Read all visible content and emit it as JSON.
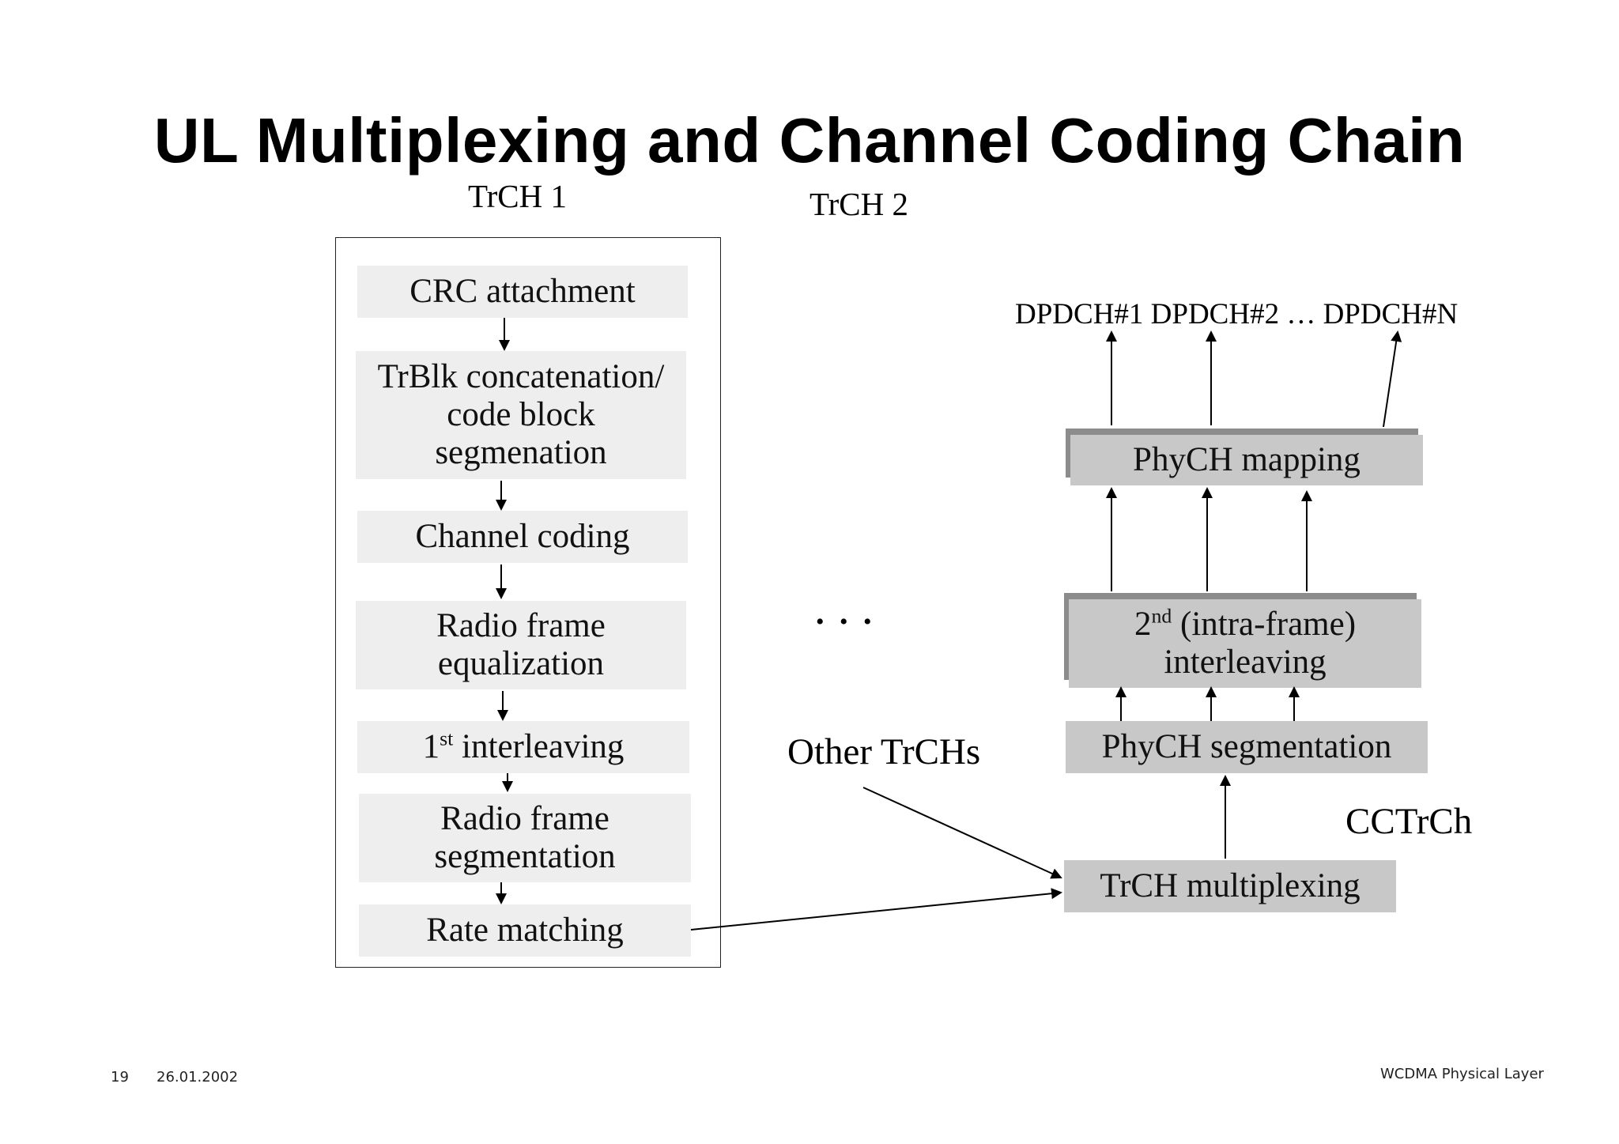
{
  "title": "UL Multiplexing and Channel Coding Chain",
  "trch1_label": "TrCH 1",
  "trch2_label": "TrCH 2",
  "chain_steps": {
    "crc": "CRC attachment",
    "trblk": "TrBlk concatenation/ code block segmenation",
    "channel_coding": "Channel coding",
    "equalization": "Radio frame equalization",
    "interleaving_1_base": "1",
    "interleaving_1_sup": "st",
    "interleaving_1_text": " interleaving",
    "segmentation": "Radio frame segmentation",
    "rate_matching": "Rate matching"
  },
  "ellipsis": "• • •",
  "other_trchs": "Other TrCHs",
  "cctrch": "CCTrCh",
  "right_steps": {
    "trch_mux": "TrCH multiplexing",
    "phych_seg": "PhyCH segmentation",
    "interleaving_2_base": "2",
    "interleaving_2_sup": "nd",
    "interleaving_2_text": " (intra-frame)",
    "interleaving_2_line2": "interleaving",
    "phych_mapping": "PhyCH mapping"
  },
  "dpdch_labels": "DPDCH#1 DPDCH#2 … DPDCH#N",
  "footer": {
    "page": "19",
    "date": "26.01.2002",
    "right": "WCDMA Physical Layer"
  }
}
